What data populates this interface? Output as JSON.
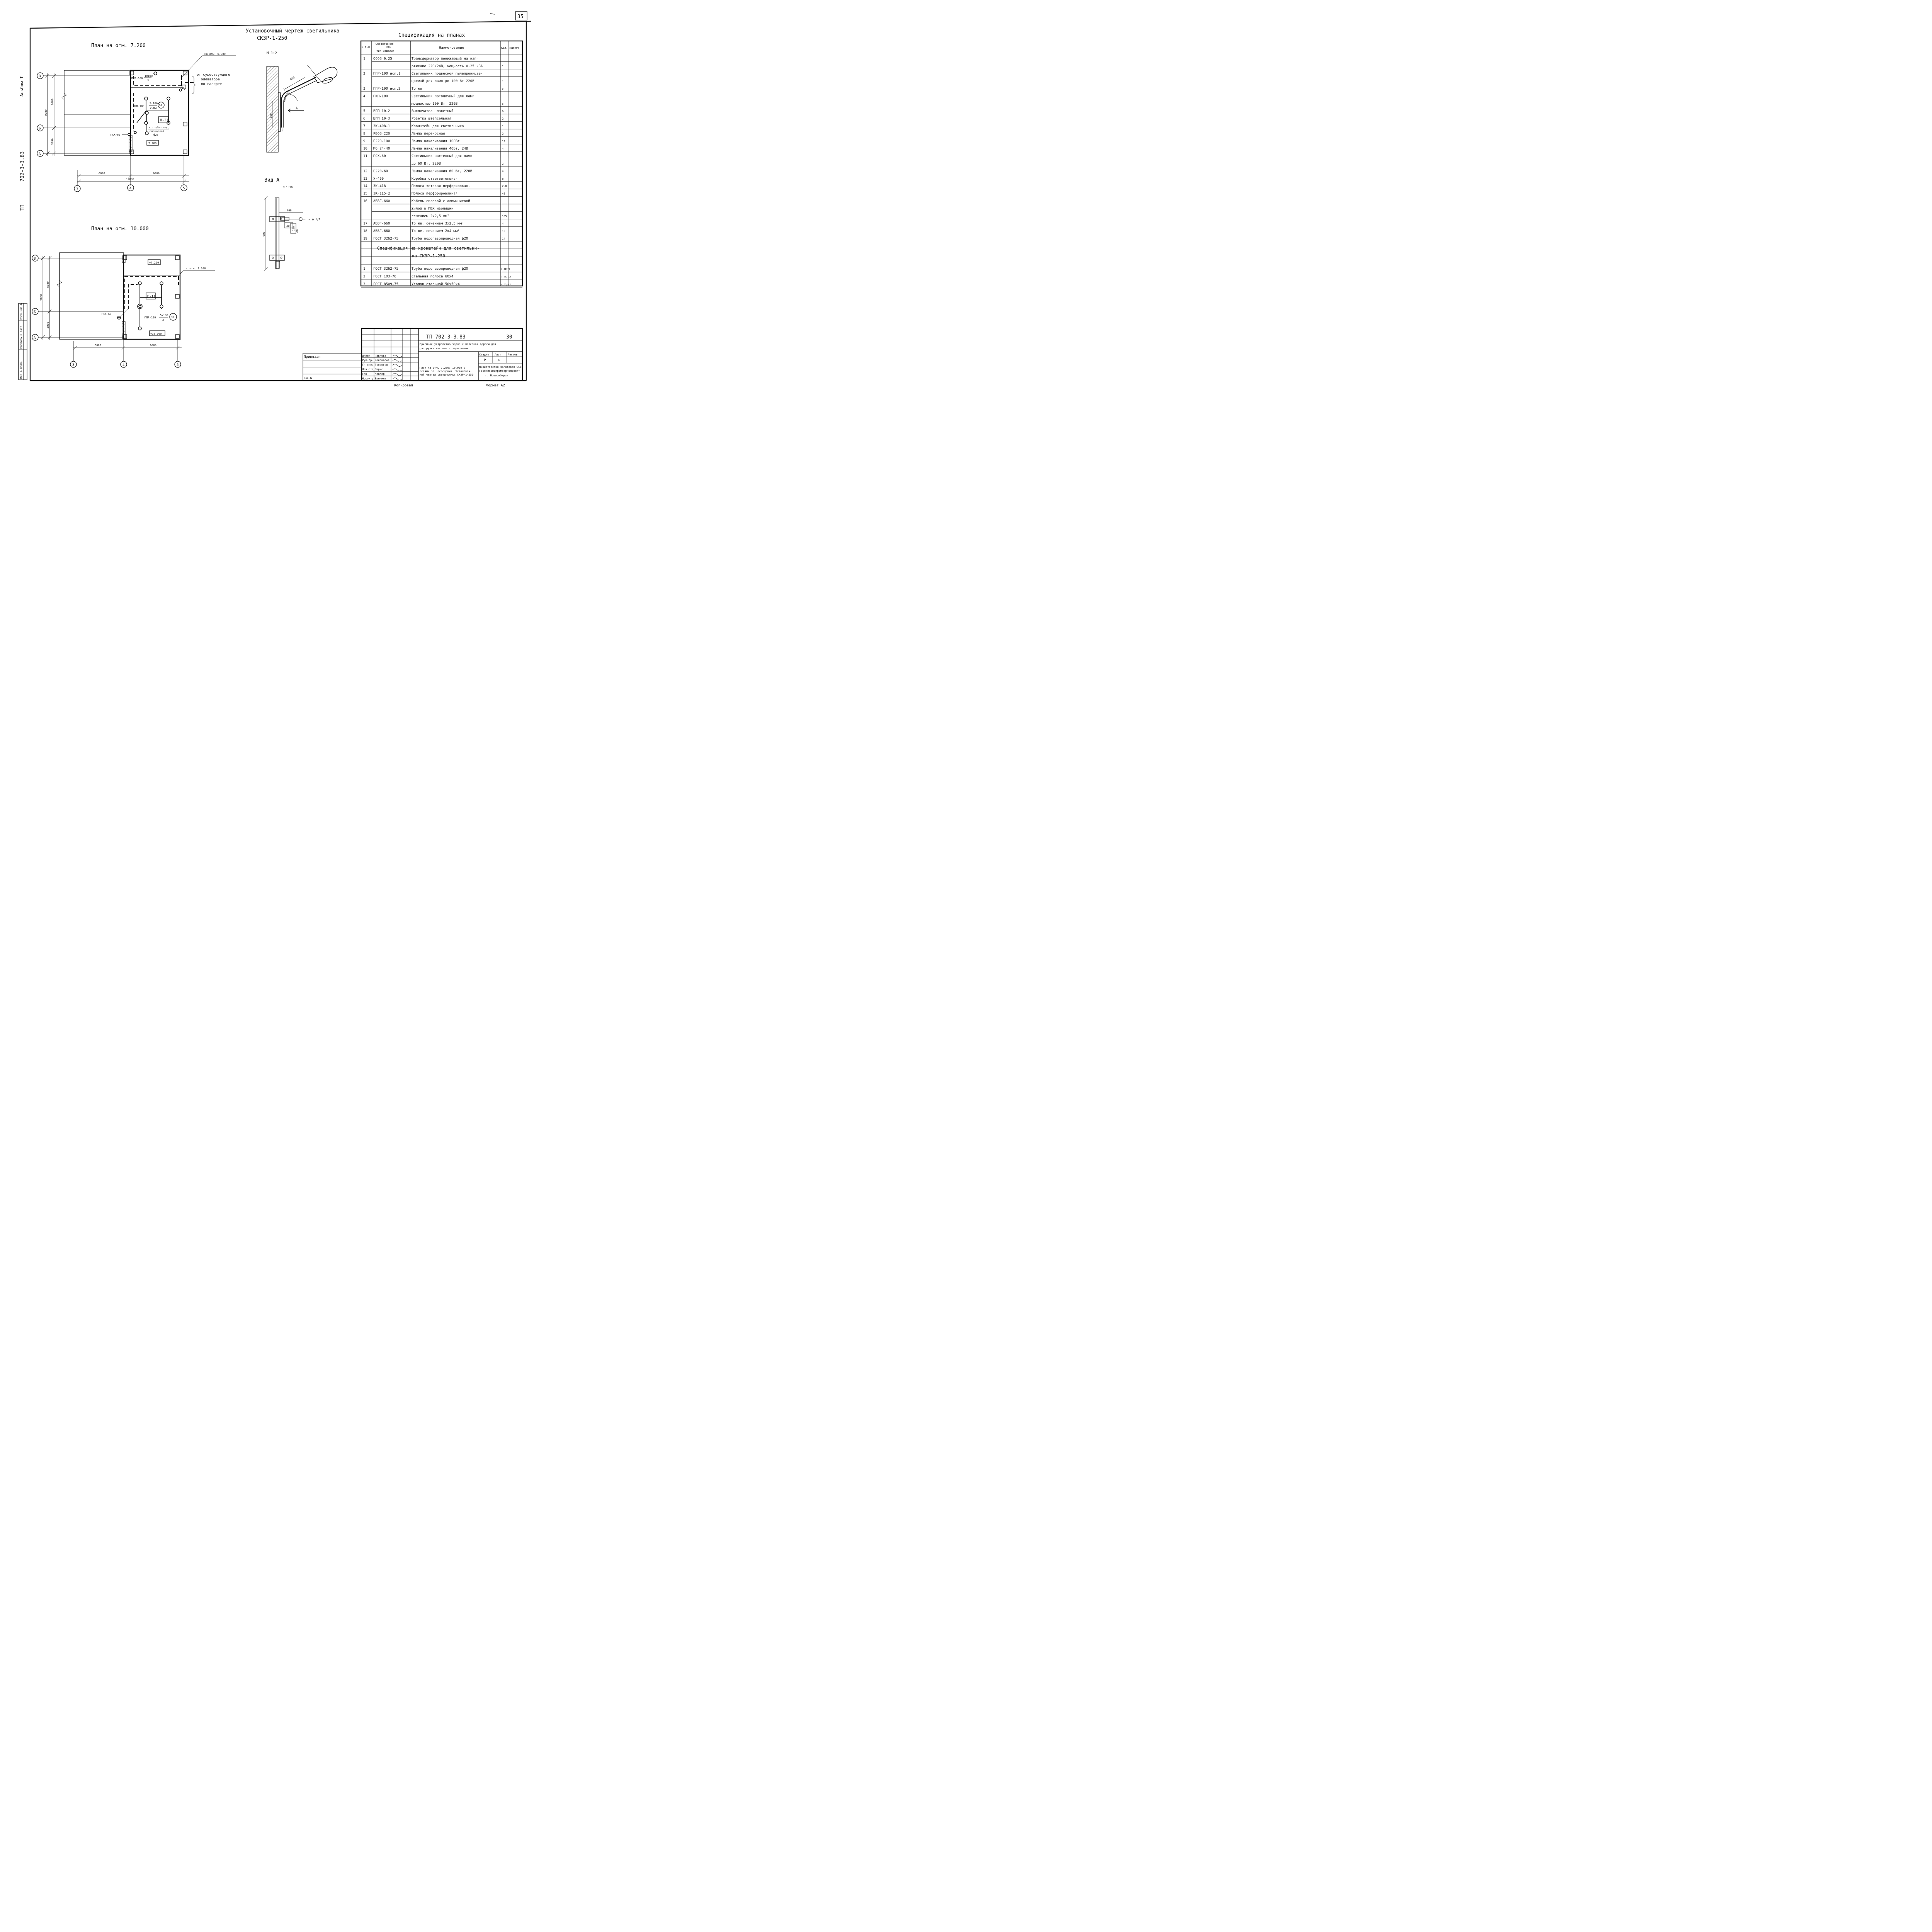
{
  "page_number": "35",
  "album_label": "Альбом I",
  "doc_side_code": "702-3-3.83",
  "doc_side_prefix": "ТП",
  "mounting": {
    "title_line1": "Установочный чертеж светильника",
    "title_line2": "СКЗР-1-250",
    "scale1": "М 1:2",
    "view_label": "Вид А",
    "scale2": "М 1:10",
    "dim_400": "400",
    "dim_650": "650",
    "dim_450": "450",
    "dim_600": "600",
    "arrow_label": "А",
    "hole_label": "отв.ф 1/2",
    "dim_30": "30",
    "dim_20": "120",
    "dim_60": "60",
    "angle_label": "0,25"
  },
  "plan1": {
    "title": "План на отм. 7.200",
    "axis_rows": [
      "В",
      "Б",
      "А"
    ],
    "axis_cols": [
      "3",
      "4",
      "5"
    ],
    "dim_total_v": "9000",
    "dim_upper_v": "6000",
    "dim_lower_v": "3000",
    "dim_left_h": "6000",
    "dim_right_h": "6000",
    "dim_total_h": "12000",
    "note_level": "на отм. 0.000",
    "note_existing_1": "от существующего",
    "note_existing_2": "элеватора",
    "note_existing_3": "по галерее",
    "ppr_label": "ППР-100",
    "ppr_qty": "1х100",
    "ppr_n": "4",
    "pkp_label": "ПКП-100",
    "pkp_qty": "5х100",
    "pkp_n": "30",
    "pkp_h": "2.8м",
    "psh_label": "ПСХ-60",
    "room_label": "П-II",
    "level_label": "7.200",
    "pipe_note_1": "в трубах под",
    "pipe_note_2": "площадкой",
    "pipe_note_3": "ф20"
  },
  "plan2": {
    "title": "План на отм. 10.000",
    "axis_rows": [
      "В",
      "Б",
      "А"
    ],
    "axis_cols": [
      "3",
      "4",
      "5"
    ],
    "dim_total_v": "9000",
    "dim_upper_v": "6000",
    "dim_lower_v": "3000",
    "dim_left_h": "6000",
    "dim_right_h": "6000",
    "level_top": "+7.200",
    "level_bottom": "+10.000",
    "from_level": "с отм. 7.200",
    "room_label": "П-II",
    "psh_label": "ПСХ-60",
    "ppr_label": "ППР-100",
    "ppr_qty": "5х100",
    "ppr_n": "3",
    "ppr_circle": "30"
  },
  "spec": {
    "title": "Спецификация на планах",
    "headers": {
      "num": "N п.п",
      "code_1": "Обозначение",
      "code_2": "или",
      "code_3": "тип изделия",
      "name": "Наименование",
      "qty": "Кол.",
      "note": "Примеч"
    },
    "rows": [
      {
        "n": "1",
        "code": "ОСОВ-0,25",
        "name": "Трансформатор понижающий на нап-",
        "qty": ""
      },
      {
        "n": "",
        "code": "",
        "name": "ряжение 220/24В, мощность 0,25 кВА",
        "qty": "1"
      },
      {
        "n": "2",
        "code": "ППР-100 исп.1",
        "name": "Светильник подвесной пылепроницае-",
        "qty": ""
      },
      {
        "n": "",
        "code": "",
        "name": "цаемый для ламп до 100 Вт 220В",
        "qty": "1"
      },
      {
        "n": "3",
        "code": "ППР-100 исп.2",
        "name": "То же",
        "qty": "5"
      },
      {
        "n": "4",
        "code": "ПКП-100",
        "name": "Светильник потолочный для ламп",
        "qty": ""
      },
      {
        "n": "",
        "code": "",
        "name": "мощностью 100 Вт, 220В",
        "qty": "5"
      },
      {
        "n": "5",
        "code": "ВГП 10-2",
        "name": "Выключатель пакетный",
        "qty": "6"
      },
      {
        "n": "6",
        "code": "ШГП 10-3",
        "name": "Розетка штепсельная",
        "qty": "2"
      },
      {
        "n": "7",
        "code": "ЗК-408-1",
        "name": "Кронштейн для светильника",
        "qty": "1"
      },
      {
        "n": "8",
        "code": "РВОВ-220",
        "name": "Лампа переносная",
        "qty": "2"
      },
      {
        "n": "9",
        "code": "Б220-100",
        "name": "Лампа накаливания 100Вт",
        "qty": "12"
      },
      {
        "n": "10",
        "code": "МО 24-40",
        "name": "Лампа накаливания 40Вт, 24В",
        "qty": "4"
      },
      {
        "n": "11",
        "code": "ПСХ-60",
        "name": "Светильник настенный для ламп",
        "qty": ""
      },
      {
        "n": "",
        "code": "",
        "name": "до 60 Вт, 220В",
        "qty": "2"
      },
      {
        "n": "12",
        "code": "Б220-60",
        "name": "Лампа накаливания 60 Вт, 220В",
        "qty": "4"
      },
      {
        "n": "13",
        "code": "У-409",
        "name": "Коробка ответвительная",
        "qty": "8"
      },
      {
        "n": "14",
        "code": "ЗК-418",
        "name": "Полоса зетовая перфорирован.",
        "qty": "2.8"
      },
      {
        "n": "15",
        "code": "ЗК-115-2",
        "name": "Полоса перфорированная",
        "qty": "48"
      },
      {
        "n": "16",
        "code": "АВВГ-660",
        "name": "Кабель силовой с алюминиевой",
        "qty": ""
      },
      {
        "n": "",
        "code": "",
        "name": "жилой в ПВХ изоляции",
        "qty": ""
      },
      {
        "n": "",
        "code": "",
        "name": "сечением 2х2,5 мм²",
        "qty": "105"
      },
      {
        "n": "17",
        "code": "АВВГ-660",
        "name": "То же, сечением 3х2,5 мм²",
        "qty": "4"
      },
      {
        "n": "18",
        "code": "АВВГ-660",
        "name": "То же, сечением 2х4 мм²",
        "qty": "10"
      },
      {
        "n": "19",
        "code": "ГОСТ 3262-75",
        "name": "Труба водогазопроводная ф20",
        "qty": "14"
      }
    ],
    "subtitle_1": "Спецификация на кронштейн для светильни-",
    "subtitle_2": "ка СКЗР-1-250",
    "rows2": [
      {
        "n": "1",
        "code": "ГОСТ 3262-75",
        "name": "Труба водогазопроводная ф20",
        "qty": "1.310/3"
      },
      {
        "n": "2",
        "code": "ГОСТ 103-76",
        "name": "Стальная полоса 60х4",
        "qty": "1.05/1.5"
      },
      {
        "n": "3",
        "code": "ГОСТ 8509-75",
        "name": "Уголок стальной 50х50х4",
        "qty": "0.05/0.2"
      }
    ]
  },
  "title_block": {
    "doc_code": "ТП 702-3-3.83",
    "doc_num": "30",
    "project_1": "Приемное устройство зерна с железной дороги для",
    "project_2": "разгрузки вагонов - зерновозов",
    "stage_header": "Стадия",
    "sheet_header": "Лист",
    "sheets_header": "Листов",
    "stage": "Р",
    "sheet": "4",
    "sheet_title_1": "План на отм. 7.200; 10.000 с",
    "sheet_title_2": "сетями эл. освещения. Установоч-",
    "sheet_title_3": "ный чертеж светильника СКЗР-1-250",
    "org_1": "Министерство заготовок СССР",
    "org_2": "Госнииссибпромзернопроект",
    "org_3": "г. Новосибирск",
    "roles": [
      {
        "role": "Инжен.",
        "name": "Павлова"
      },
      {
        "role": "Рук.гр.",
        "name": "Коновалов"
      },
      {
        "role": "Гл.спец",
        "name": "Творогов"
      },
      {
        "role": "Нач.отд.",
        "name": "Маркс"
      },
      {
        "role": "ГИП",
        "name": "Меклер"
      },
      {
        "role": "Н.контр",
        "name": "Еремина"
      }
    ],
    "privyazan": "Привязан",
    "inv_label": "Инв.№",
    "copied": "Копировал",
    "format": "Формат А2"
  },
  "side_stamp": {
    "a": "Инв.№ подл.",
    "b": "Подпись и дата",
    "c": "Взам.инв.№"
  }
}
